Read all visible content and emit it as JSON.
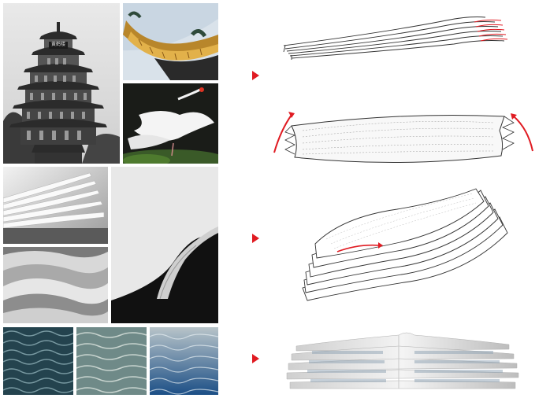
{
  "board": {
    "accent_color": "#e01b22",
    "tower_plaque": "黄鹤楼",
    "photos": [
      {
        "name": "pagoda-tower-photo",
        "subject": "pagoda-tower"
      },
      {
        "name": "upturned-eaves-photo",
        "subject": "curved-roof-eaves"
      },
      {
        "name": "white-crane-photo",
        "subject": "white-crane"
      },
      {
        "name": "stacked-paper-photo",
        "subject": "stacked-paper-sheets"
      },
      {
        "name": "curved-paper-corner-photo",
        "subject": "curling-paper-corner"
      },
      {
        "name": "layered-paper-waves-photo",
        "subject": "layered-paper-waves"
      },
      {
        "name": "water-ripple-dark-photo",
        "subject": "water-ripples"
      },
      {
        "name": "water-ripple-light-photo",
        "subject": "water-ripples"
      },
      {
        "name": "water-ripple-blue-photo",
        "subject": "water-ripples"
      }
    ],
    "sketches": [
      {
        "name": "layered-roof-sketch",
        "subject": "layered-roof-lines"
      },
      {
        "name": "flared-edges-sketch",
        "subject": "flared-roof-edges"
      },
      {
        "name": "curled-layers-sketch",
        "subject": "curled-stacked-layers"
      },
      {
        "name": "final-building-render",
        "subject": "stacked-building-massing"
      }
    ],
    "arrows": [
      "step-1-arrow",
      "step-2-arrow",
      "step-3-arrow"
    ]
  }
}
